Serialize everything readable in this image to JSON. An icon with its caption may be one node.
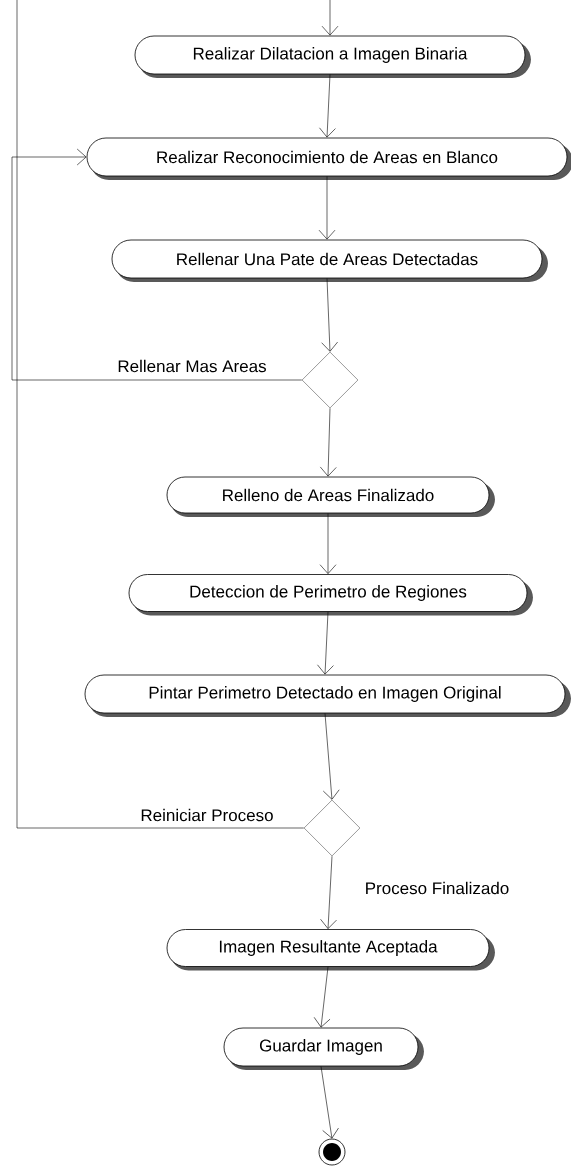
{
  "diagram": {
    "nodes": [
      {
        "text": [
          "Realizar Dilatacion a Imagen Binaria"
        ]
      },
      {
        "text": [
          "Realizar Reconocimiento de Areas en Blanco"
        ]
      },
      {
        "text": [
          "Rellenar Una Pate de Areas Detectadas"
        ]
      },
      {
        "text": [],
        "shape": "diamond"
      },
      {
        "text": [
          "Relleno de Areas Finalizado"
        ]
      },
      {
        "text": [
          "Deteccion de Perimetro de Regiones"
        ]
      },
      {
        "text": [
          "Pintar Perimetro Detectado en Imagen Original"
        ]
      },
      {
        "text": [],
        "shape": "diamond"
      },
      {
        "text": [
          "Imagen Resultante Aceptada"
        ]
      },
      {
        "text": [
          "Guardar Imagen"
        ]
      },
      {
        "text": [],
        "shape": "circle"
      }
    ],
    "edges": [
      {
        "from": null,
        "to": 0,
        "arrow": "to"
      },
      {
        "from": 0,
        "to": 1,
        "arrow": "to"
      },
      {
        "from": 1,
        "to": 2,
        "arrow": "to"
      },
      {
        "from": 2,
        "to": 3,
        "arrow": "to"
      },
      {
        "from": 3,
        "to": 1,
        "arrow": "to",
        "label": "Rellenar Mas Areas"
      },
      {
        "from": 3,
        "to": 4,
        "arrow": "to"
      },
      {
        "from": 4,
        "to": 5,
        "arrow": "to"
      },
      {
        "from": 5,
        "to": 6,
        "arrow": "to"
      },
      {
        "from": 6,
        "to": 7,
        "arrow": "to"
      },
      {
        "from": 7,
        "to": null,
        "arrow": "none",
        "label": "Reiniciar Proceso"
      },
      {
        "from": 7,
        "to": 8,
        "arrow": "to",
        "label": "Proceso Finalizado"
      },
      {
        "from": 8,
        "to": 9,
        "arrow": "to"
      },
      {
        "from": 9,
        "to": 10,
        "arrow": "to"
      }
    ]
  }
}
